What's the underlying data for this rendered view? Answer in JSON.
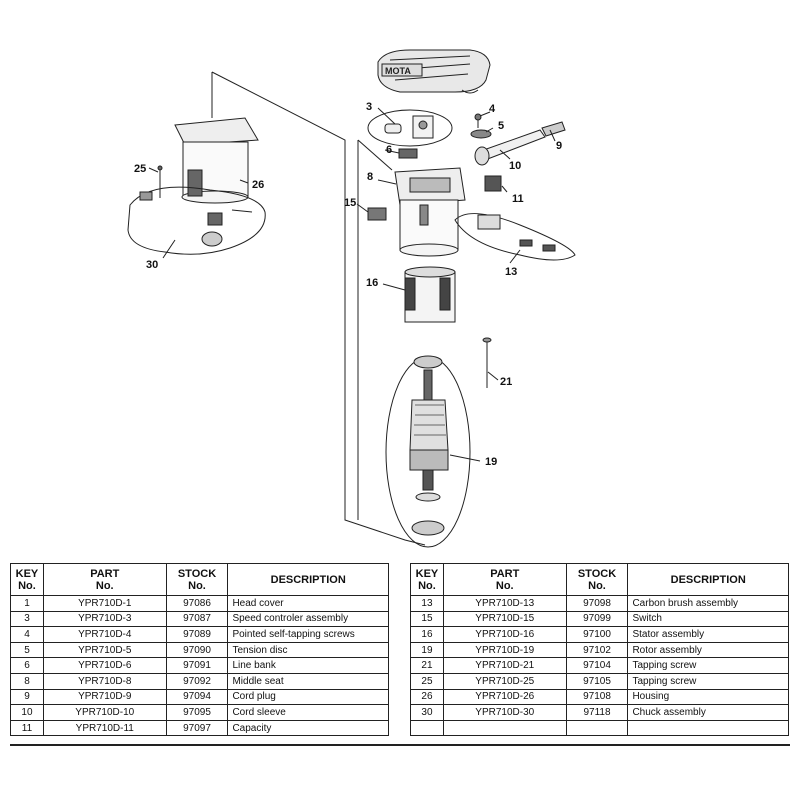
{
  "diagram": {
    "callouts": [
      "3",
      "4",
      "5",
      "6",
      "8",
      "9",
      "10",
      "11",
      "13",
      "15",
      "16",
      "19",
      "21",
      "25",
      "26",
      "30"
    ],
    "brand_text": "MOTA"
  },
  "table_headers": {
    "key_line1": "KEY",
    "key_line2": "No.",
    "part_line1": "PART",
    "part_line2": "No.",
    "stock_line1": "STOCK",
    "stock_line2": "No.",
    "description": "DESCRIPTION"
  },
  "parts_left": [
    {
      "key": "1",
      "part": "YPR710D-1",
      "stock": "97086",
      "desc": "Head cover"
    },
    {
      "key": "3",
      "part": "YPR710D-3",
      "stock": "97087",
      "desc": "Speed controler assembly"
    },
    {
      "key": "4",
      "part": "YPR710D-4",
      "stock": "97089",
      "desc": "Pointed self-tapping screws"
    },
    {
      "key": "5",
      "part": "YPR710D-5",
      "stock": "97090",
      "desc": "Tension disc"
    },
    {
      "key": "6",
      "part": "YPR710D-6",
      "stock": "97091",
      "desc": "Line bank"
    },
    {
      "key": "8",
      "part": "YPR710D-8",
      "stock": "97092",
      "desc": "Middle seat"
    },
    {
      "key": "9",
      "part": "YPR710D-9",
      "stock": "97094",
      "desc": "Cord plug"
    },
    {
      "key": "10",
      "part": "YPR710D-10",
      "stock": "97095",
      "desc": "Cord sleeve"
    },
    {
      "key": "11",
      "part": "YPR710D-11",
      "stock": "97097",
      "desc": "Capacity"
    }
  ],
  "parts_right": [
    {
      "key": "13",
      "part": "YPR710D-13",
      "stock": "97098",
      "desc": "Carbon brush assembly"
    },
    {
      "key": "15",
      "part": "YPR710D-15",
      "stock": "97099",
      "desc": "Switch"
    },
    {
      "key": "16",
      "part": "YPR710D-16",
      "stock": "97100",
      "desc": "Stator assembly"
    },
    {
      "key": "19",
      "part": "YPR710D-19",
      "stock": "97102",
      "desc": "Rotor assembly"
    },
    {
      "key": "21",
      "part": "YPR710D-21",
      "stock": "97104",
      "desc": "Tapping screw"
    },
    {
      "key": "25",
      "part": "YPR710D-25",
      "stock": "97105",
      "desc": "Tapping screw"
    },
    {
      "key": "26",
      "part": "YPR710D-26",
      "stock": "97108",
      "desc": "Housing"
    },
    {
      "key": "30",
      "part": "YPR710D-30",
      "stock": "97118",
      "desc": "Chuck assembly"
    },
    {
      "key": "",
      "part": "",
      "stock": "",
      "desc": ""
    }
  ]
}
